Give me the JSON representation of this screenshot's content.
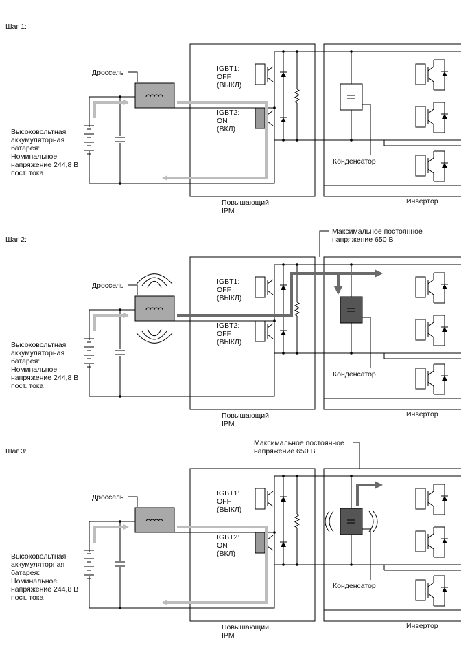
{
  "steps": [
    {
      "title": "Шаг 1:",
      "choke": "Дроссель",
      "battery": [
        "Высоковольтная",
        "аккумуляторная",
        "батарея:",
        "Номинальное",
        "напряжение 244,8 В",
        "пост. тока"
      ],
      "igbt1": [
        "IGBT1:",
        "OFF",
        "(ВЫКЛ)"
      ],
      "igbt2": [
        "IGBT2:",
        "ON",
        "(ВКЛ)"
      ],
      "capacitor": "Конденсатор",
      "boost": [
        "Повышающий",
        "IPM"
      ],
      "inverter": "Инвертор"
    },
    {
      "title": "Шаг 2:",
      "choke": "Дроссель",
      "battery": [
        "Высоковольтная",
        "аккумуляторная",
        "батарея:",
        "Номинальное",
        "напряжение 244,8 В",
        "пост. тока"
      ],
      "igbt1": [
        "IGBT1:",
        "OFF",
        "(ВЫКЛ)"
      ],
      "igbt2": [
        "IGBT2:",
        "OFF",
        "(ВЫКЛ)"
      ],
      "capacitor": "Конденсатор",
      "boost": [
        "Повышающий",
        "IPM"
      ],
      "inverter": "Инвертор",
      "max_voltage": [
        "Максимальное постоянное",
        "напряжение 650 В"
      ]
    },
    {
      "title": "Шаг 3:",
      "choke": "Дроссель",
      "battery": [
        "Высоковольтная",
        "аккумуляторная",
        "батарея:",
        "Номинальное",
        "напряжение 244,8 В",
        "пост. тока"
      ],
      "igbt1": [
        "IGBT1:",
        "OFF",
        "(ВЫКЛ)"
      ],
      "igbt2": [
        "IGBT2:",
        "ON",
        "(ВКЛ)"
      ],
      "capacitor": "Конденсатор",
      "boost": [
        "Повышающий",
        "IPM"
      ],
      "inverter": "Инвертор",
      "max_voltage": [
        "Максимальное постоянное",
        "напряжение 650 В"
      ]
    }
  ],
  "colors": {
    "flow_light": "#bdbdbd",
    "flow_dark": "#6a6a6a",
    "igbt_on": "#9a9a9a",
    "cap_charged": "#555555"
  }
}
